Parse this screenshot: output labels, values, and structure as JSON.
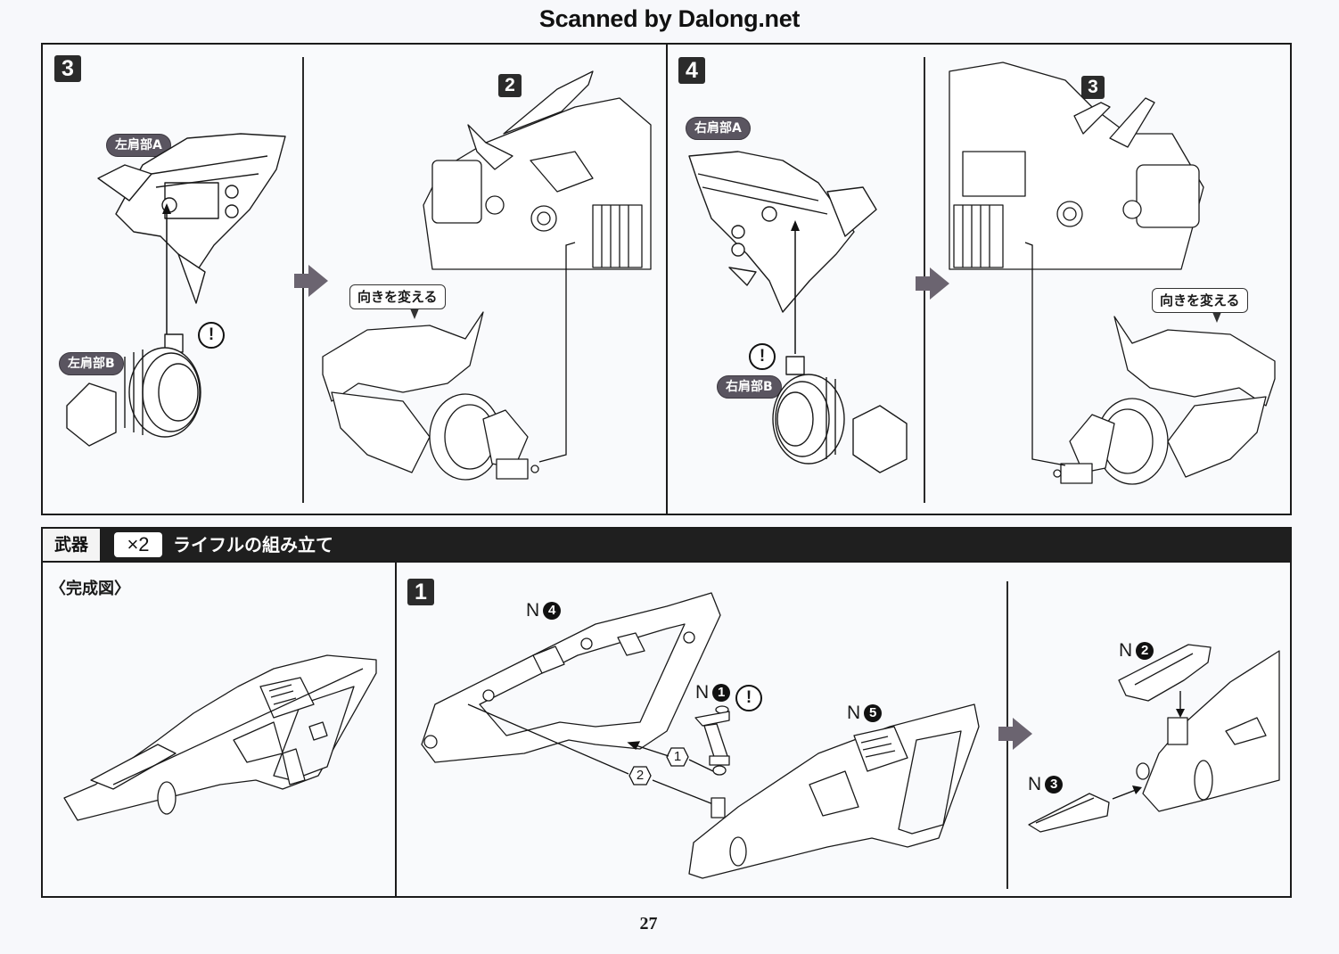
{
  "header": {
    "scan_credit": "Scanned by Dalong.net"
  },
  "top_section": {
    "step3": {
      "number": "3",
      "part_labels": {
        "a": "左肩部A",
        "b": "左肩部B"
      },
      "caution_symbol": "!",
      "ref_step": "2",
      "bubble_text": "向きを変える"
    },
    "step4": {
      "number": "4",
      "part_labels": {
        "a": "右肩部A",
        "b": "右肩部B"
      },
      "caution_symbol": "!",
      "ref_step": "3",
      "bubble_text": "向きを変える"
    }
  },
  "weapon_section": {
    "category": "武器",
    "quantity": "×2",
    "title": "ライフルの組み立て",
    "completed_label": "〈完成図〉",
    "step1": {
      "number": "1",
      "parts": [
        {
          "runner": "N",
          "num": "4"
        },
        {
          "runner": "N",
          "num": "1"
        },
        {
          "runner": "N",
          "num": "5"
        },
        {
          "runner": "N",
          "num": "2"
        },
        {
          "runner": "N",
          "num": "3"
        }
      ],
      "caution_symbol": "!",
      "order_markers": [
        "1",
        "2"
      ]
    }
  },
  "icons": {
    "flow_arrow": "right-arrow-icon",
    "caution": "exclamation-icon"
  },
  "colors": {
    "ink": "#1b1b1b",
    "label_pill": "#5a5560",
    "flow_arrow": "#6b6470",
    "paper": "#f7f8fb"
  },
  "footer": {
    "page_number": "27"
  }
}
